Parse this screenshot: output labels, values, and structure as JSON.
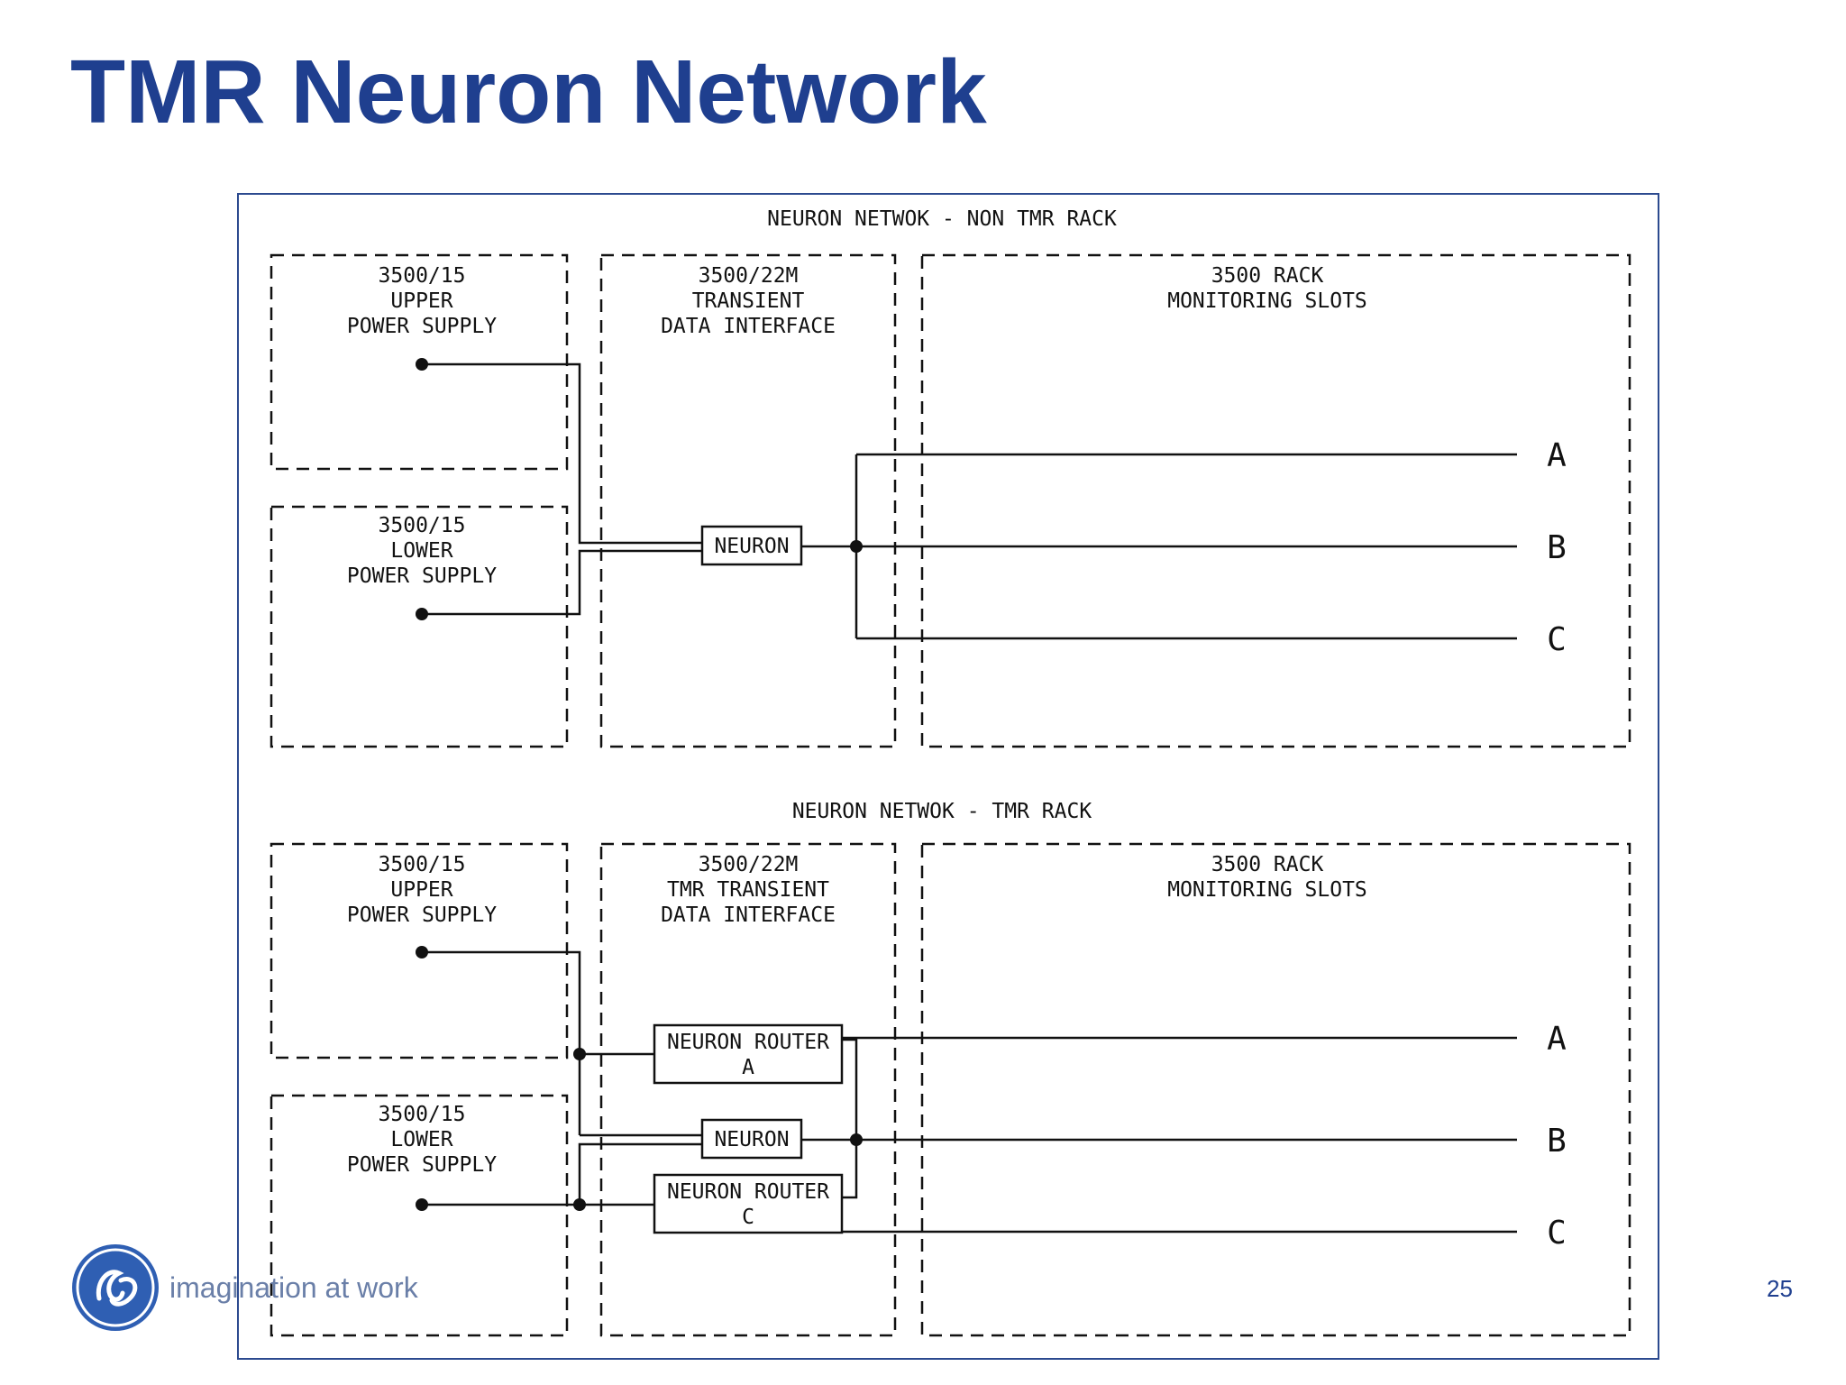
{
  "slide": {
    "title": "TMR Neuron Network",
    "tagline": "imagination at work",
    "page_number": "25",
    "logo_icon": "ge-monogram-icon"
  },
  "colors": {
    "title": "#1f3f8f",
    "frame": "#2c4a8f",
    "line": "#111111"
  },
  "diagram": {
    "top": {
      "heading": "NEURON NETWOK - NON TMR RACK",
      "upper_psu": [
        "3500/15",
        "UPPER",
        "POWER SUPPLY"
      ],
      "lower_psu": [
        "3500/15",
        "LOWER",
        "POWER SUPPLY"
      ],
      "interface": [
        "3500/22M",
        "TRANSIENT",
        "DATA INTERFACE"
      ],
      "slots": [
        "3500 RACK",
        "MONITORING SLOTS"
      ],
      "neuron_label": "NEURON",
      "channels": [
        "A",
        "B",
        "C"
      ]
    },
    "bottom": {
      "heading": "NEURON NETWOK - TMR RACK",
      "upper_psu": [
        "3500/15",
        "UPPER",
        "POWER SUPPLY"
      ],
      "lower_psu": [
        "3500/15",
        "LOWER",
        "POWER SUPPLY"
      ],
      "interface": [
        "3500/22M",
        "TMR TRANSIENT",
        "DATA INTERFACE"
      ],
      "slots": [
        "3500 RACK",
        "MONITORING SLOTS"
      ],
      "neuron_label": "NEURON",
      "router_a": [
        "NEURON ROUTER",
        "A"
      ],
      "router_c": [
        "NEURON ROUTER",
        "C"
      ],
      "channels": [
        "A",
        "B",
        "C"
      ]
    }
  }
}
